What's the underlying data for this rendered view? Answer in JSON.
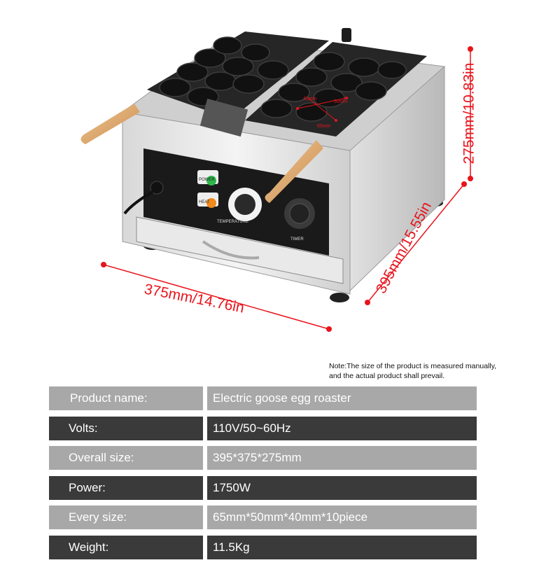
{
  "dimensions": {
    "width": "375mm/14.76in",
    "depth": "395mm/15.55in",
    "height": "275mm/10.83in",
    "cavity_a": "40mm",
    "cavity_b": "50mm",
    "cavity_c": "65mm"
  },
  "panel": {
    "power_label": "POWER",
    "heat_label": "HEAT",
    "temperature_label": "TEMPERATURE",
    "timer_label": "TIMER"
  },
  "note": {
    "line1": "Note:The size of the product is measured manually,",
    "line2": "and the actual product shall prevail."
  },
  "specs": [
    {
      "label": "Product name:",
      "value": "Electric goose egg roaster"
    },
    {
      "label": "Volts:",
      "value": "110V/50~60Hz"
    },
    {
      "label": "Overall size:",
      "value": "395*375*275mm"
    },
    {
      "label": "Power:",
      "value": "1750W"
    },
    {
      "label": "Every size:",
      "value": "65mm*50mm*40mm*10piece"
    },
    {
      "label": "Weight:",
      "value": "11.5Kg"
    }
  ],
  "colors": {
    "dimension_red": "#e8141c",
    "row_light": "#a8a8a8",
    "row_dark": "#3a3a3a",
    "power_light": "#2db84a",
    "heat_light": "#f08a1c"
  }
}
